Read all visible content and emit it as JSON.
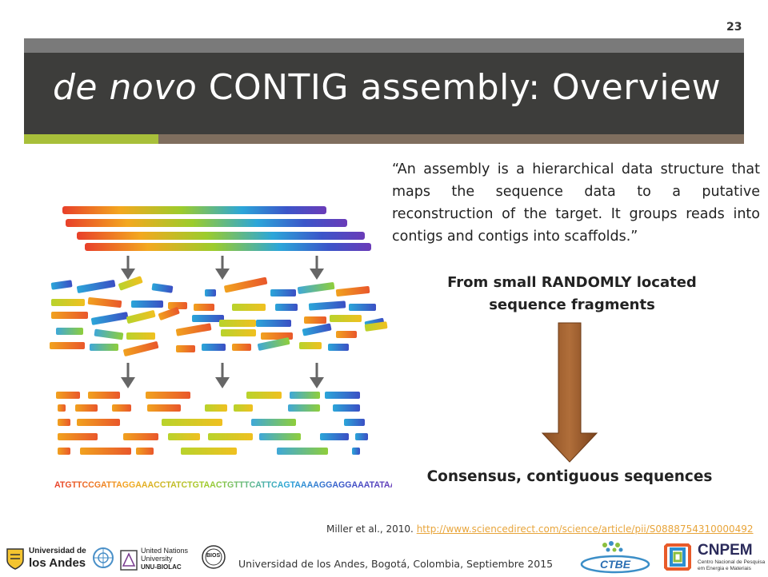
{
  "slide": {
    "number": "23",
    "title_italic": "de novo",
    "title_rest": " CONTIG assembly: Overview",
    "quote": "“An assembly is a hierarchical data structure that maps the sequence data to a putative reconstruction of the target. It groups reads into contigs and contigs into scaffolds.”",
    "from_line1": "From small RANDOMLY located",
    "from_line2": "sequence fragments",
    "consensus": "Consensus, contiguous sequences",
    "figure_sequence": "ATGTTCCGATTAGGAAACCTATCTGTAACTGTTTCATTCAGTAAAAGGAGGAAATATAA"
  },
  "citation": {
    "author": "Miller et al., 2010.",
    "url": "http://www.sciencedirect.com/science/article/pii/S0888754310000492"
  },
  "footer": {
    "text": "Universidad de los Andes, Bogotá, Colombia, Septiembre 2015"
  },
  "logos": {
    "uniandes_line1": "Universidad de",
    "uniandes_line2": "los Andes",
    "unu_line1": "United Nations",
    "unu_line2": "University",
    "unu_line3": "UNU-BIOLAC",
    "bios": "BIOS",
    "ctbe": "CTBE",
    "cnpem": "CNPEM",
    "cnpem_sub1": "Centro Nacional de Pesquisa",
    "cnpem_sub2": "em Energia e Materiais"
  },
  "colors": {
    "title_bar": "#3d3d3b",
    "accent_green": "#a8bf3a",
    "accent_brown": "#7f6e5e",
    "arrow_brown": "#8a4e22",
    "link": "#e8a53b"
  }
}
